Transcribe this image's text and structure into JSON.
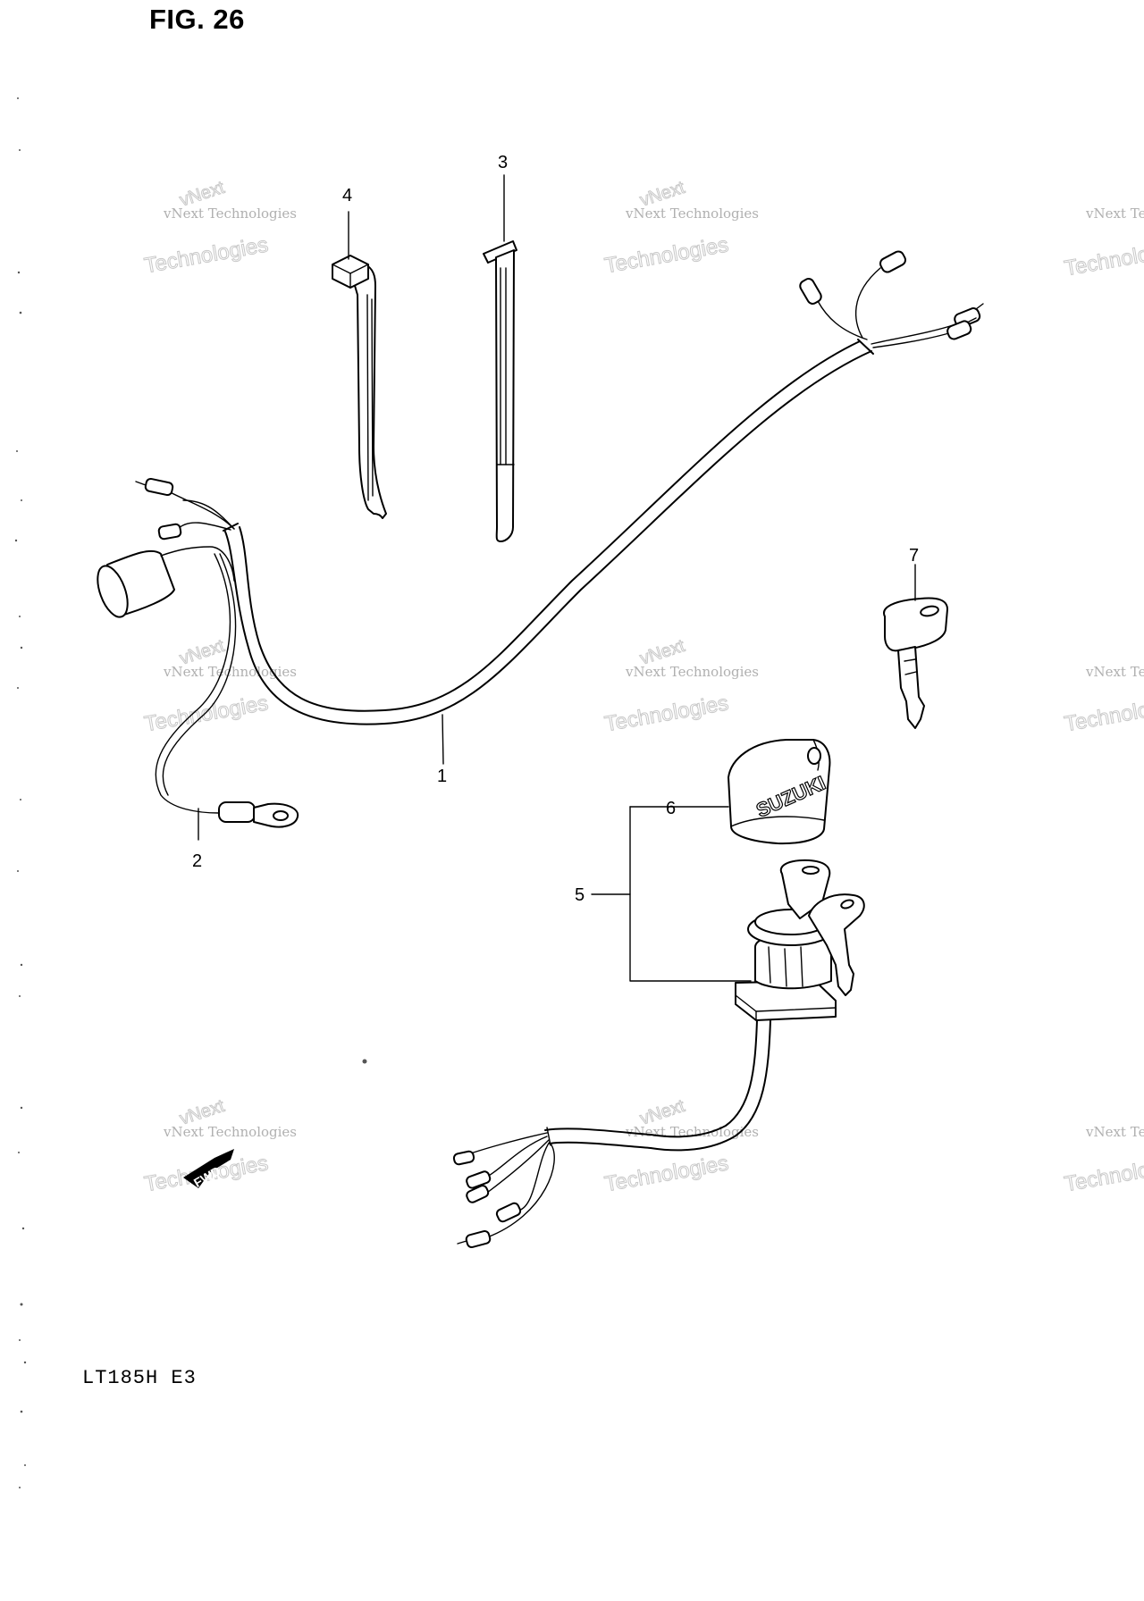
{
  "figure": {
    "title": "FIG. 26",
    "model": "LT185H  E3"
  },
  "callouts": [
    "1",
    "2",
    "3",
    "4",
    "5",
    "6",
    "7"
  ],
  "parts": {
    "main_harness": "1",
    "ground_lead": "2",
    "band": "3",
    "clamp": "4",
    "ignition_switch_assembly": "5",
    "cap": "6",
    "key": "7"
  },
  "cap_logo": "SUZUKI",
  "direction_marker": "FWD",
  "watermark": {
    "line_small": "vNext Technologies",
    "line_next": "vNext",
    "line_big": "Technologies"
  }
}
